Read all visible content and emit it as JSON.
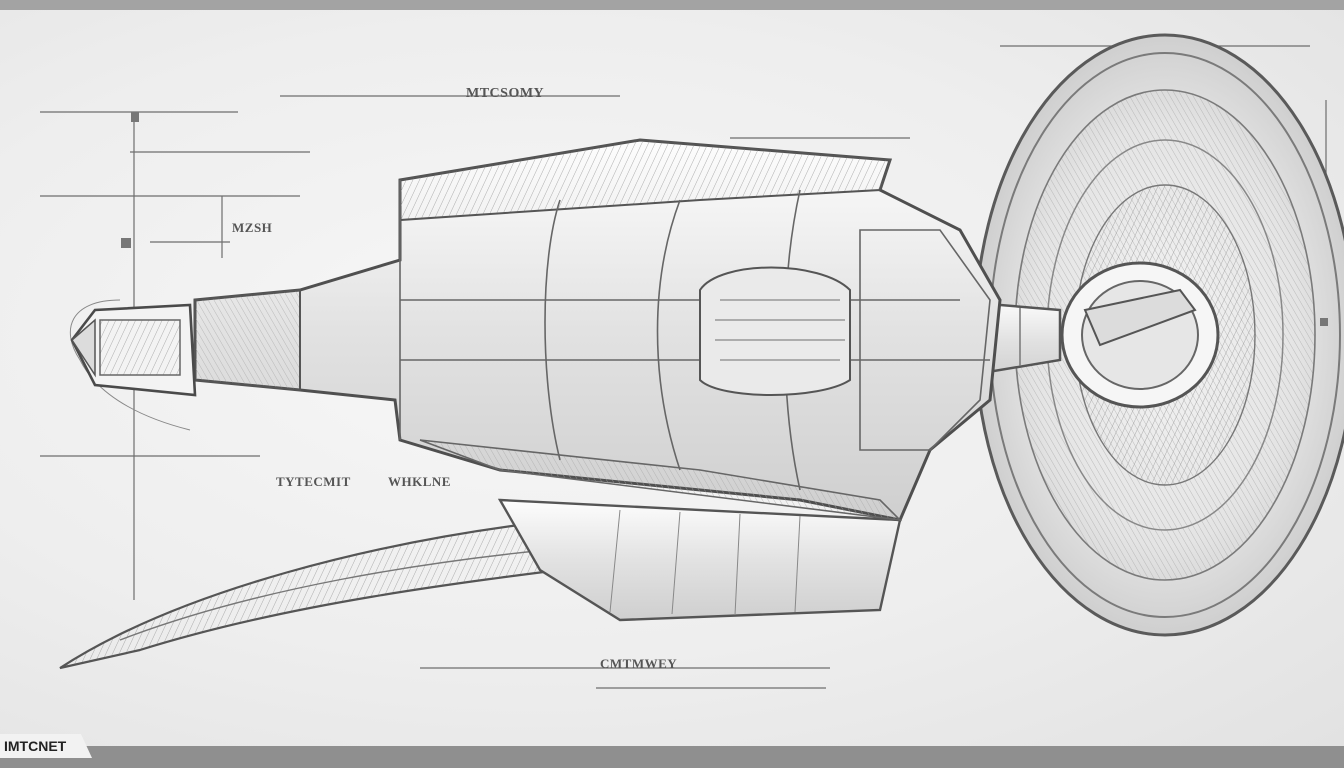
{
  "labels": {
    "top": "MTCSOMY",
    "mesh": "MZSH",
    "left_bottom": "TYTECMIT",
    "right_bottom": "WHKLNE",
    "bottom_center": "CMTMWEY",
    "corner": "IMTCNET"
  },
  "colors": {
    "line": "#6e6e6e",
    "stroke_dark": "#555555",
    "stroke_light": "#9a9a9a",
    "paper": "#efefef"
  }
}
